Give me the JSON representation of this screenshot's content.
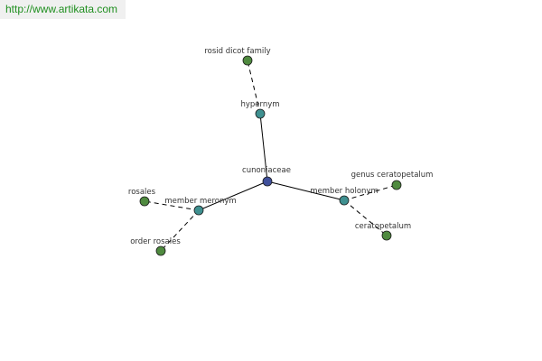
{
  "watermark": {
    "text": "http://www.artikata.com",
    "color": "#1f8f1f"
  },
  "colors": {
    "center": "#3f4f9a",
    "relation": "#3f9090",
    "leaf": "#4f8a3f"
  },
  "graph": {
    "nodes": [
      {
        "id": "cunoniaceae",
        "label": "cunoniaceae",
        "kind": "center"
      },
      {
        "id": "hypernym",
        "label": "hypernym",
        "kind": "relation"
      },
      {
        "id": "member-meronym",
        "label": "member meronym",
        "kind": "relation"
      },
      {
        "id": "member-holonym",
        "label": "member holonym",
        "kind": "relation"
      },
      {
        "id": "rosid-dicot-family",
        "label": "rosid dicot family",
        "kind": "leaf"
      },
      {
        "id": "rosales",
        "label": "rosales",
        "kind": "leaf"
      },
      {
        "id": "order-rosales",
        "label": "order rosales",
        "kind": "leaf"
      },
      {
        "id": "genus-ceratopetalum",
        "label": "genus ceratopetalum",
        "kind": "leaf"
      },
      {
        "id": "ceratopetalum",
        "label": "ceratopetalum",
        "kind": "leaf"
      }
    ],
    "edges": [
      {
        "from": "cunoniaceae",
        "to": "hypernym",
        "style": "solid"
      },
      {
        "from": "cunoniaceae",
        "to": "member-meronym",
        "style": "solid"
      },
      {
        "from": "cunoniaceae",
        "to": "member-holonym",
        "style": "solid"
      },
      {
        "from": "hypernym",
        "to": "rosid-dicot-family",
        "style": "dashed"
      },
      {
        "from": "member-meronym",
        "to": "rosales",
        "style": "dashed"
      },
      {
        "from": "member-meronym",
        "to": "order-rosales",
        "style": "dashed"
      },
      {
        "from": "member-holonym",
        "to": "genus-ceratopetalum",
        "style": "dashed"
      },
      {
        "from": "member-holonym",
        "to": "ceratopetalum",
        "style": "dashed"
      }
    ]
  }
}
